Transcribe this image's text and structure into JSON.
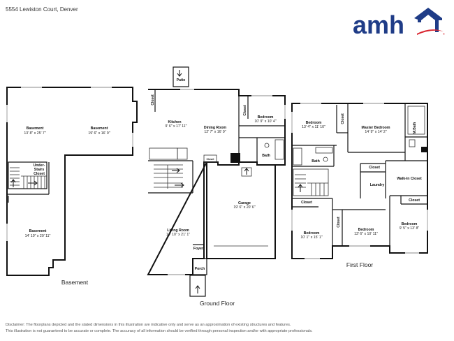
{
  "header": {
    "address": "5554 Lewiston Court, Denver"
  },
  "brand": {
    "logo_text": "amh",
    "registered_mark": "®",
    "colors": {
      "primary": "#1f3c87",
      "accent": "#d9252f"
    }
  },
  "floors": {
    "basement": {
      "label": "Basement",
      "rooms": [
        {
          "name": "Basement",
          "dims": "13' 8\" x 25' 7\""
        },
        {
          "name": "Basement",
          "dims": "19' 6\" x 16' 9\""
        },
        {
          "name": "Under-Stairs Closet",
          "name_lines": [
            "Under-",
            "Stairs",
            "Closet"
          ],
          "dims": ""
        },
        {
          "name": "Basement",
          "dims": "14' 10\" x 20' 11\""
        }
      ]
    },
    "ground": {
      "label": "Ground Floor",
      "rooms": [
        {
          "name": "Patio",
          "dims": ""
        },
        {
          "name": "Closet",
          "dims": ""
        },
        {
          "name": "Kitchen",
          "dims": "9' 6\" x 17' 11\""
        },
        {
          "name": "Dining Room",
          "dims": "12' 7\" x 16' 9\""
        },
        {
          "name": "Closet",
          "dims": ""
        },
        {
          "name": "Bedroom",
          "dims": "10' 9\" x 10' 4\""
        },
        {
          "name": "Bath",
          "dims": ""
        },
        {
          "name": "Closet",
          "dims": ""
        },
        {
          "name": "Garage",
          "dims": "19' 6\" x 20' 6\""
        },
        {
          "name": "Living Room",
          "dims": "14' 10\" x 21' 1\""
        },
        {
          "name": "Foyer",
          "dims": ""
        },
        {
          "name": "Porch",
          "dims": ""
        }
      ]
    },
    "first": {
      "label": "First Floor",
      "rooms": [
        {
          "name": "Bedroom",
          "dims": "13' 4\" x 11' 10\""
        },
        {
          "name": "Closet",
          "dims": ""
        },
        {
          "name": "Master Bedroom",
          "dims": "14' 9\" x 14' 2\""
        },
        {
          "name": "M.Bath",
          "dims": ""
        },
        {
          "name": "Bath",
          "dims": ""
        },
        {
          "name": "Closet",
          "dims": ""
        },
        {
          "name": "Walk-In Closet",
          "dims": ""
        },
        {
          "name": "Laundry",
          "dims": ""
        },
        {
          "name": "Closet",
          "dims": ""
        },
        {
          "name": "Closet",
          "dims": ""
        },
        {
          "name": "Closet",
          "dims": ""
        },
        {
          "name": "Bedroom",
          "dims": "10' 1\" x 15' 1\""
        },
        {
          "name": "Bedroom",
          "dims": "13' 6\" x 10' 11\""
        },
        {
          "name": "Bedroom",
          "dims": "9' 5\" x 13' 8\""
        }
      ]
    }
  },
  "disclaimer": [
    "Disclaimer: The floorplans depicted and the stated dimensions in this illustration are indicative only and serve as an approximation of existing structures and features.",
    "This illustration is not guaranteed to be accurate or complete. The accuracy of all information should be verified through personal inspection and/or with appropriate professionals."
  ]
}
